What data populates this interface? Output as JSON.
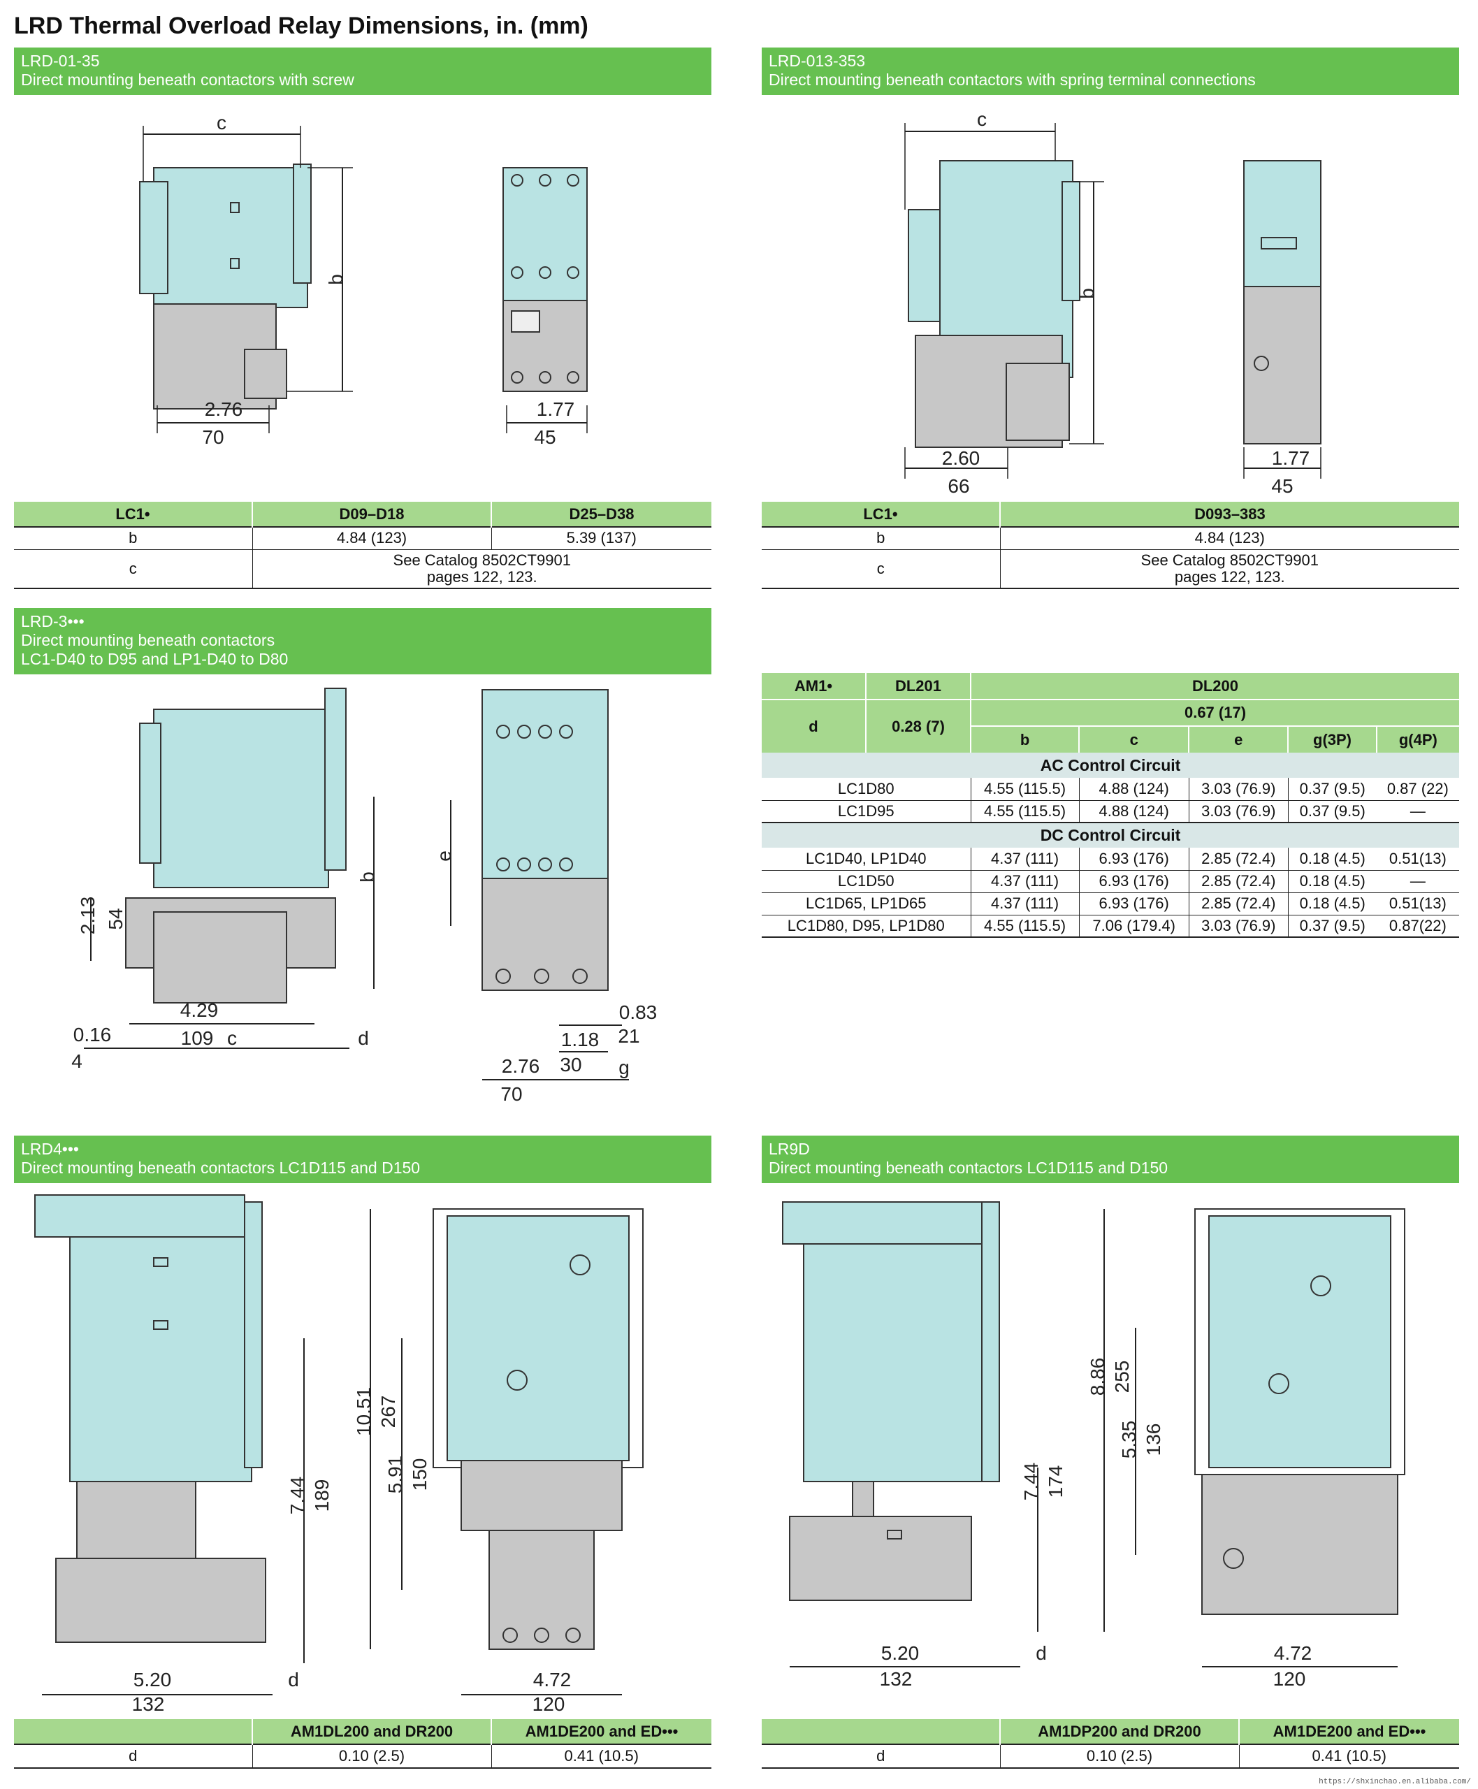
{
  "title": "LRD Thermal Overload Relay Dimensions, in. (mm)",
  "sections": {
    "s1": {
      "model": "LRD-01-35",
      "desc": "Direct mounting beneath contactors with screw",
      "dims": {
        "c": "c",
        "b": "b",
        "w_in": "2.76",
        "w_mm": "70",
        "fw_in": "1.77",
        "fw_mm": "45"
      },
      "table": {
        "headers": [
          "LC1•",
          "D09–D18",
          "D25–D38"
        ],
        "row_b": {
          "label": "b",
          "v1": "4.84 (123)",
          "v2": "5.39 (137)"
        },
        "row_c": {
          "label": "c",
          "line1": "See Catalog 8502CT9901",
          "line2": "pages 122, 123."
        }
      }
    },
    "s2": {
      "model": "LRD-013-353",
      "desc": "Direct mounting beneath contactors with spring terminal connections",
      "dims": {
        "c": "c",
        "b": "b",
        "w_in": "2.60",
        "w_mm": "66",
        "fw_in": "1.77",
        "fw_mm": "45"
      },
      "table": {
        "headers": [
          "LC1•",
          "D093–383"
        ],
        "row_b": {
          "label": "b",
          "v1": "4.84 (123)"
        },
        "row_c": {
          "label": "c",
          "line1": "See Catalog 8502CT9901",
          "line2": "pages 122, 123."
        }
      }
    },
    "s3": {
      "model": "LRD-3•••",
      "desc1": "Direct mounting beneath contactors",
      "desc2": "LC1-D40 to D95 and LP1-D40 to D80",
      "dims": {
        "h_in": "2.13",
        "h_mm": "54",
        "b": "b",
        "e": "e",
        "w_in": "4.29",
        "w_mm": "109",
        "c": "c",
        "d": "d",
        "off_in": "0.16",
        "off_mm": "4",
        "fw_in": "2.76",
        "fw_mm": "70",
        "m1_in": "1.18",
        "m1_mm": "30",
        "m2_in": "0.83",
        "m2_mm": "21",
        "g": "g"
      }
    },
    "s4": {
      "model": "LRD4•••",
      "desc": "Direct mounting beneath contactors LC1D115 and D150",
      "dims": {
        "h1_in": "10.51",
        "h1_mm": "267",
        "h2_in": "5.91",
        "h2_mm": "150",
        "h3_in": "7.44",
        "h3_mm": "189",
        "w_in": "5.20",
        "w_mm": "132",
        "d": "d",
        "fw_in": "4.72",
        "fw_mm": "120"
      },
      "table": {
        "headers": [
          "",
          "AM1DL200 and DR200",
          "AM1DE200 and ED•••"
        ],
        "row": {
          "label": "d",
          "v1": "0.10 (2.5)",
          "v2": "0.41 (10.5)"
        }
      }
    },
    "s5": {
      "model": "LR9D",
      "desc": "Direct mounting beneath contactors LC1D115 and D150",
      "dims": {
        "h1_in": "8.86",
        "h1_mm": "255",
        "h2_in": "5.35",
        "h2_mm": "136",
        "h3_in": "7.44",
        "h3_mm": "174",
        "w_in": "5.20",
        "w_mm": "132",
        "d": "d",
        "fw_in": "4.72",
        "fw_mm": "120"
      },
      "table": {
        "headers": [
          "",
          "AM1DP200 and DR200",
          "AM1DE200 and ED•••"
        ],
        "row": {
          "label": "d",
          "v1": "0.10 (2.5)",
          "v2": "0.41 (10.5)"
        }
      }
    }
  },
  "am1_table": {
    "h_am1": "AM1•",
    "h_dl201": "DL201",
    "h_dl200": "DL200",
    "d_label": "d",
    "d_dl201": "0.28 (7)",
    "d_dl200": "0.67 (17)",
    "sub": [
      "b",
      "c",
      "e",
      "g(3P)",
      "g(4P)"
    ],
    "ac_label": "AC Control Circuit",
    "ac_rows": [
      {
        "name": "LC1D80",
        "b": "4.55 (115.5)",
        "c": "4.88 (124)",
        "e": "3.03 (76.9)",
        "g3": "0.37 (9.5)",
        "g4": "0.87 (22)"
      },
      {
        "name": "LC1D95",
        "b": "4.55 (115.5)",
        "c": "4.88 (124)",
        "e": "3.03 (76.9)",
        "g3": "0.37 (9.5)",
        "g4": "—"
      }
    ],
    "dc_label": "DC Control Circuit",
    "dc_rows": [
      {
        "name": "LC1D40, LP1D40",
        "b": "4.37 (111)",
        "c": "6.93 (176)",
        "e": "2.85 (72.4)",
        "g3": "0.18 (4.5)",
        "g4": "0.51(13)"
      },
      {
        "name": "LC1D50",
        "b": "4.37 (111)",
        "c": "6.93 (176)",
        "e": "2.85 (72.4)",
        "g3": "0.18 (4.5)",
        "g4": "—"
      },
      {
        "name": "LC1D65, LP1D65",
        "b": "4.37 (111)",
        "c": "6.93 (176)",
        "e": "2.85 (72.4)",
        "g3": "0.18 (4.5)",
        "g4": "0.51(13)"
      },
      {
        "name": "LC1D80, D95, LP1D80",
        "b": "4.55 (115.5)",
        "c": "7.06 (179.4)",
        "e": "3.03 (76.9)",
        "g3": "0.37 (9.5)",
        "g4": "0.87(22)"
      }
    ]
  },
  "footer_url": "https://shxinchao.en.alibaba.com/",
  "colors": {
    "header_green": "#66c050",
    "table_green": "#a6d88e",
    "contactor": "#b9e3e3",
    "relay": "#c7c7c7",
    "row_band": "#d9e7e7"
  }
}
